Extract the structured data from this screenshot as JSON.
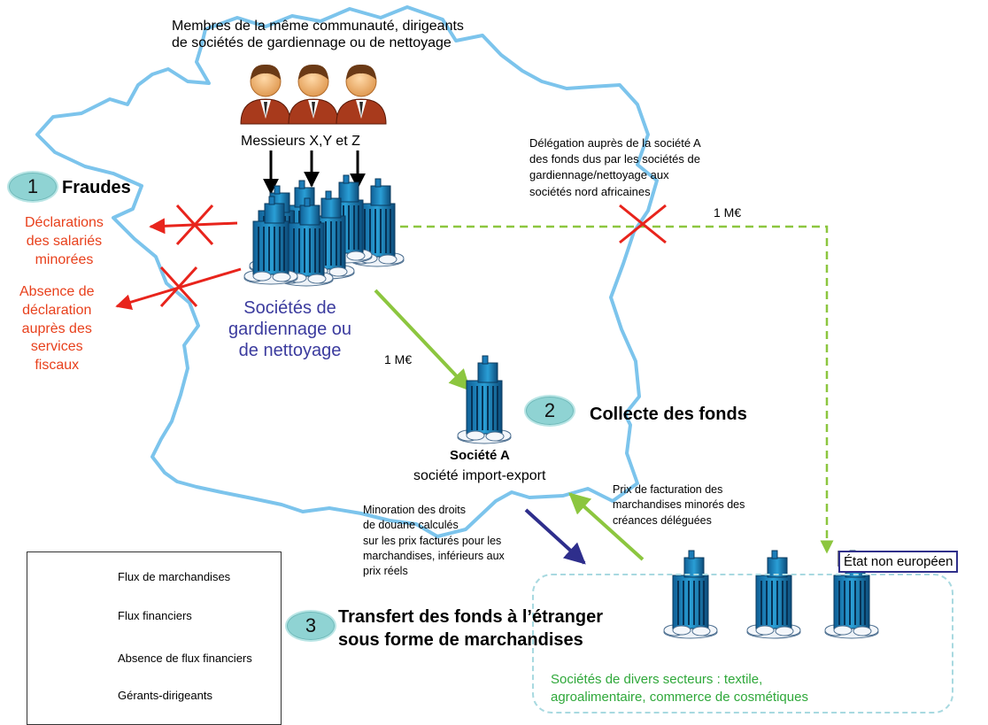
{
  "people_caption": "Membres de la même communauté, dirigeants\nde sociétés de gardiennage ou de nettoyage",
  "people_names": "Messieurs X,Y et Z",
  "step1": {
    "number": "1",
    "title": "Fraudes"
  },
  "fraud_salaries": "Déclarations\ndes salariés\nminorées",
  "fraud_taxes": "Absence de\ndéclaration\nauprès des\nservices\nfiscaux",
  "companies_label": "Sociétés de\ngardiennage ou\nde nettoyage",
  "delegation_note": "Délégation auprès de la société A\ndes fonds dus par les sociétés de\ngardiennage/nettoyage aux\nsociétés nord africaines",
  "amount_top": "1 M€",
  "amount_mid": "1 M€",
  "step2": {
    "number": "2",
    "title": "Collecte des fonds"
  },
  "company_a_name": "Société A",
  "company_a_type": "société import-export",
  "customs_note": "Minoration des droits\nde douane calculés\nsur les prix facturés pour les\nmarchandises, inférieurs aux\nprix réels",
  "invoice_note": "Prix de facturation des\nmarchandises minorés des\ncréances déléguées",
  "non_eu_label": "État non européen",
  "step3": {
    "number": "3",
    "title": "Transfert des fonds à l’étranger\nsous forme de marchandises"
  },
  "foreign_companies": "Sociétés de divers secteurs : textile,\nagroalimentaire, commerce de cosmétiques",
  "legend": {
    "goods": "Flux de marchandises",
    "financial": "Flux financiers",
    "absence": "Absence de flux financiers",
    "managers": "Gérants-dirigeants"
  },
  "colors": {
    "map_outline": "#7cc4ec",
    "goods_flow": "#2e2e8c",
    "financial_flow": "#8cc63f",
    "absence_dashed": "#8cc63f",
    "fraud_text": "#e8401c",
    "cross": "#e8241c",
    "companies_text": "#3b3b9e",
    "foreign_text": "#2fa83a",
    "badge": "#8fd3d3"
  },
  "icons": [
    "person-icon",
    "office-building-icon"
  ]
}
